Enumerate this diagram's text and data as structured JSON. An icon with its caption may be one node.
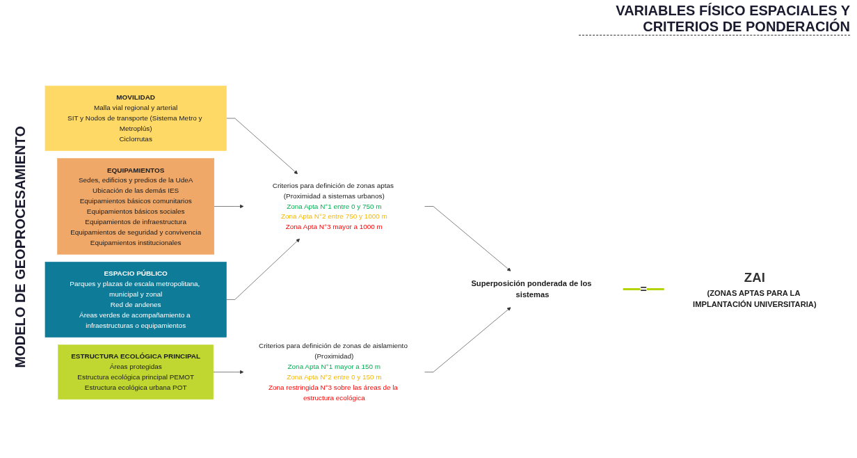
{
  "diagram": {
    "title": "VARIABLES FÍSICO ESPACIALES Y CRITERIOS DE PONDERACIÓN",
    "nodes": [
      {
        "text": [
          "MOVILIDAD",
          "Malla vial regional y arterial",
          "SIT y Nodos de transporte (Sistema Metro y Metroplús)",
          "Ciclorrutas"
        ]
      },
      {
        "text": [
          "EQUIPAMIENTOS",
          "Sedes, edificios y predios de la UdeA",
          "Ubicación de las demás IES",
          "Equipamientos básicos comunitarios",
          "Equipamientos básicos sociales",
          "Equipamientos de infraestructura",
          "Equipamientos de seguridad y convivencia",
          "Equipamientos institucionales"
        ]
      },
      {
        "text": [
          "ESPACIO PÚBLICO",
          "Parques y plazas de escala metropolitana, municipal y zonal",
          "Red de andenes",
          "Áreas verdes de acompañamiento a infraestructuras o equipamientos"
        ]
      },
      {
        "text": [
          "ESTRUCTURA ECOLÓGICA PRINCIPAL",
          "Áreas protegidas",
          "Estructura ecológica principal PEMOT",
          "Estructura ecológica urbana POT"
        ]
      },
      {
        "text": [
          "Criterios para definición de zonas aptas (Proximidad a sistemas urbanos)",
          "Zona Apta N°1 entre 0 y 750 m",
          "Zona Apta N°2 entre 750 y 1000 m",
          "Zona Apta N°3 mayor a 1000 m"
        ]
      },
      {
        "text": [
          "Criterios para definición de zonas de aislamiento (Proximidad)",
          "Zona Apta N°1 mayor a 150 m",
          "Zona Apta N°2 entre 0 y 150 m",
          "Zona restringida N°3 sobre las áreas de la estructura ecológica"
        ]
      },
      {
        "text": [
          "Superposición ponderada de los sistemas"
        ]
      },
      {
        "text": [
          "ZAI",
          "(ZONAS APTAS PARA LA IMPLANTACIÓN UNIVERSITARIA)"
        ]
      }
    ],
    "edges": [
      {
        "from": 0,
        "to": 4,
        "arrow": "to"
      },
      {
        "from": 1,
        "to": 4,
        "arrow": "to"
      },
      {
        "from": 2,
        "to": 4,
        "arrow": "to"
      },
      {
        "from": 3,
        "to": 5,
        "arrow": "to"
      },
      {
        "from": 4,
        "to": 6,
        "arrow": "to"
      },
      {
        "from": 5,
        "to": 6,
        "arrow": "to"
      },
      {
        "from": 6,
        "to": 7,
        "arrow": "none",
        "label": "=",
        "style": "thick",
        "color": "#b5d300"
      }
    ],
    "labels": [
      "MODELO DE GEOPROCESAMIENTO"
    ]
  }
}
